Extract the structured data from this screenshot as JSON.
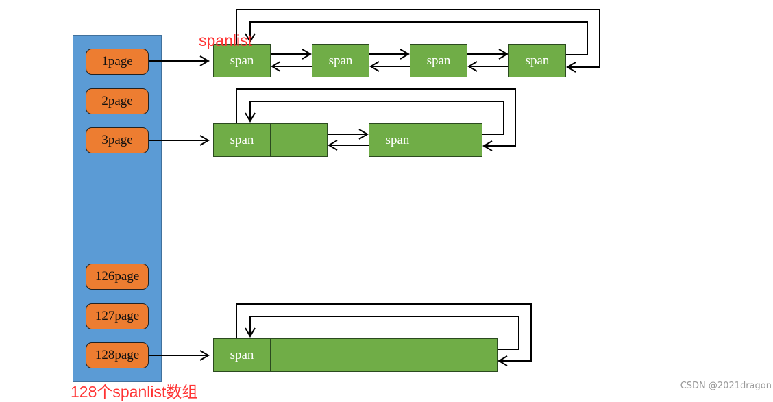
{
  "array": {
    "caption": "128个spanlist数组",
    "slots": [
      "1page",
      "2page",
      "3page",
      "126page",
      "127page",
      "128page"
    ]
  },
  "list_label": "spanlist",
  "span_text": "span",
  "watermark": "CSDN @2021dragon",
  "colors": {
    "array_fill": "#5b9bd5",
    "slot_fill": "#ed7d31",
    "span_fill": "#70ad47",
    "label_red": "#ff3333"
  }
}
